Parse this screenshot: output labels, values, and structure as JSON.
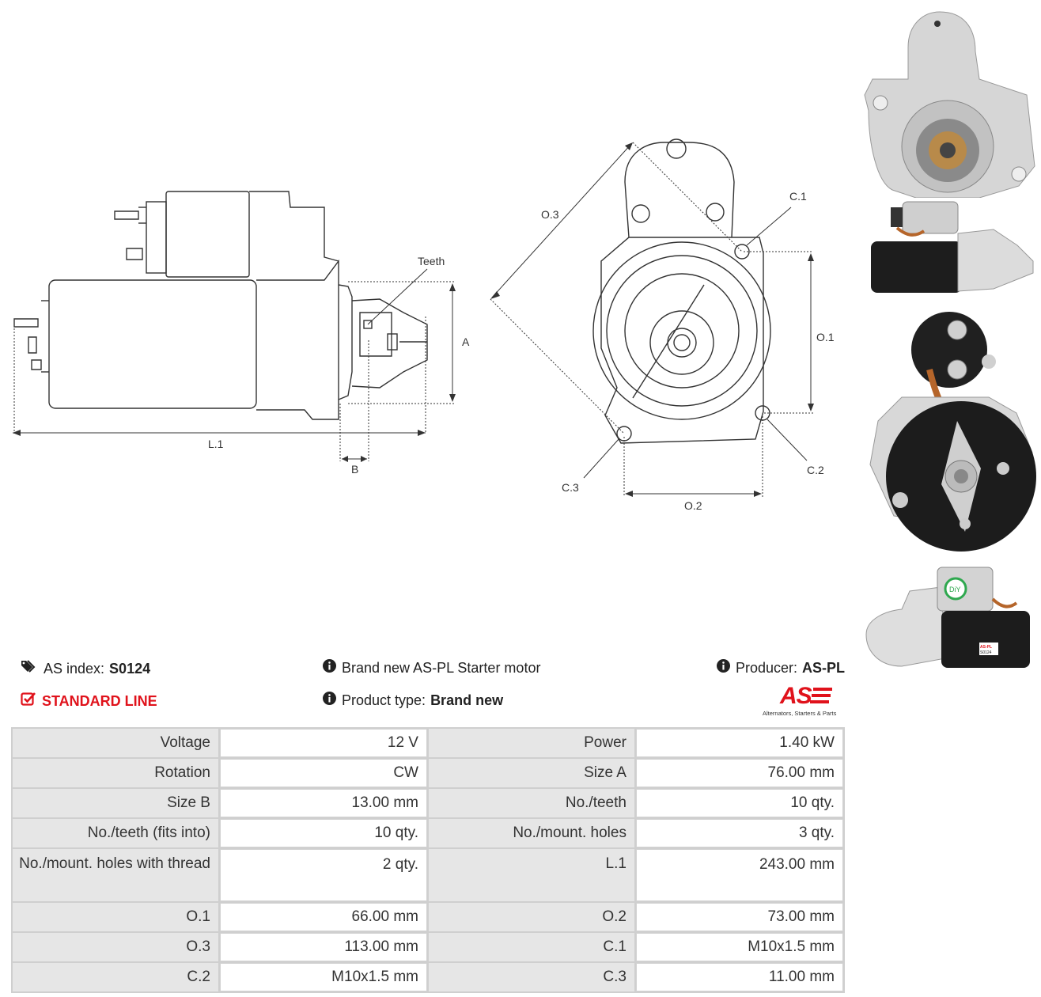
{
  "drawing": {
    "side_labels": {
      "teeth": "Teeth",
      "a": "A",
      "l1": "L.1",
      "b": "B"
    },
    "front_labels": {
      "o3": "O.3",
      "c1": "C.1",
      "o1": "O.1",
      "c2": "C.2",
      "c3": "C.3",
      "o2": "O.2"
    }
  },
  "info": {
    "as_index_label": "AS index:",
    "as_index_value": "S0124",
    "standard_line": "STANDARD LINE",
    "description": "Brand new AS-PL Starter motor",
    "product_type_label": "Product type:",
    "product_type_value": "Brand new",
    "producer_label": "Producer:",
    "producer_value": "AS-PL",
    "logo_text": "AS",
    "logo_tagline": "Alternators, Starters & Parts"
  },
  "photo_labels": {
    "badge_text": "DiY",
    "sticker_text": "AS-PL",
    "sticker_code": "S0124"
  },
  "specs": [
    [
      "Voltage",
      "12 V",
      "Power",
      "1.40 kW"
    ],
    [
      "Rotation",
      "CW",
      "Size A",
      "76.00 mm"
    ],
    [
      "Size B",
      "13.00 mm",
      "No./teeth",
      "10 qty."
    ],
    [
      "No./teeth (fits into)",
      "10 qty.",
      "No./mount. holes",
      "3 qty."
    ],
    [
      "No./mount. holes with thread",
      "2 qty.",
      "L.1",
      "243.00 mm"
    ],
    [
      "O.1",
      "66.00 mm",
      "O.2",
      "73.00 mm"
    ],
    [
      "O.3",
      "113.00 mm",
      "C.1",
      "M10x1.5 mm"
    ],
    [
      "C.2",
      "M10x1.5 mm",
      "C.3",
      "11.00 mm"
    ]
  ],
  "colors": {
    "accent_red": "#e0121b",
    "table_key_bg": "#e6e6e6",
    "table_border": "#cfcfcf"
  },
  "icons": {
    "tags": "tags-icon",
    "check": "check-square-icon",
    "info": "info-circle-icon"
  }
}
